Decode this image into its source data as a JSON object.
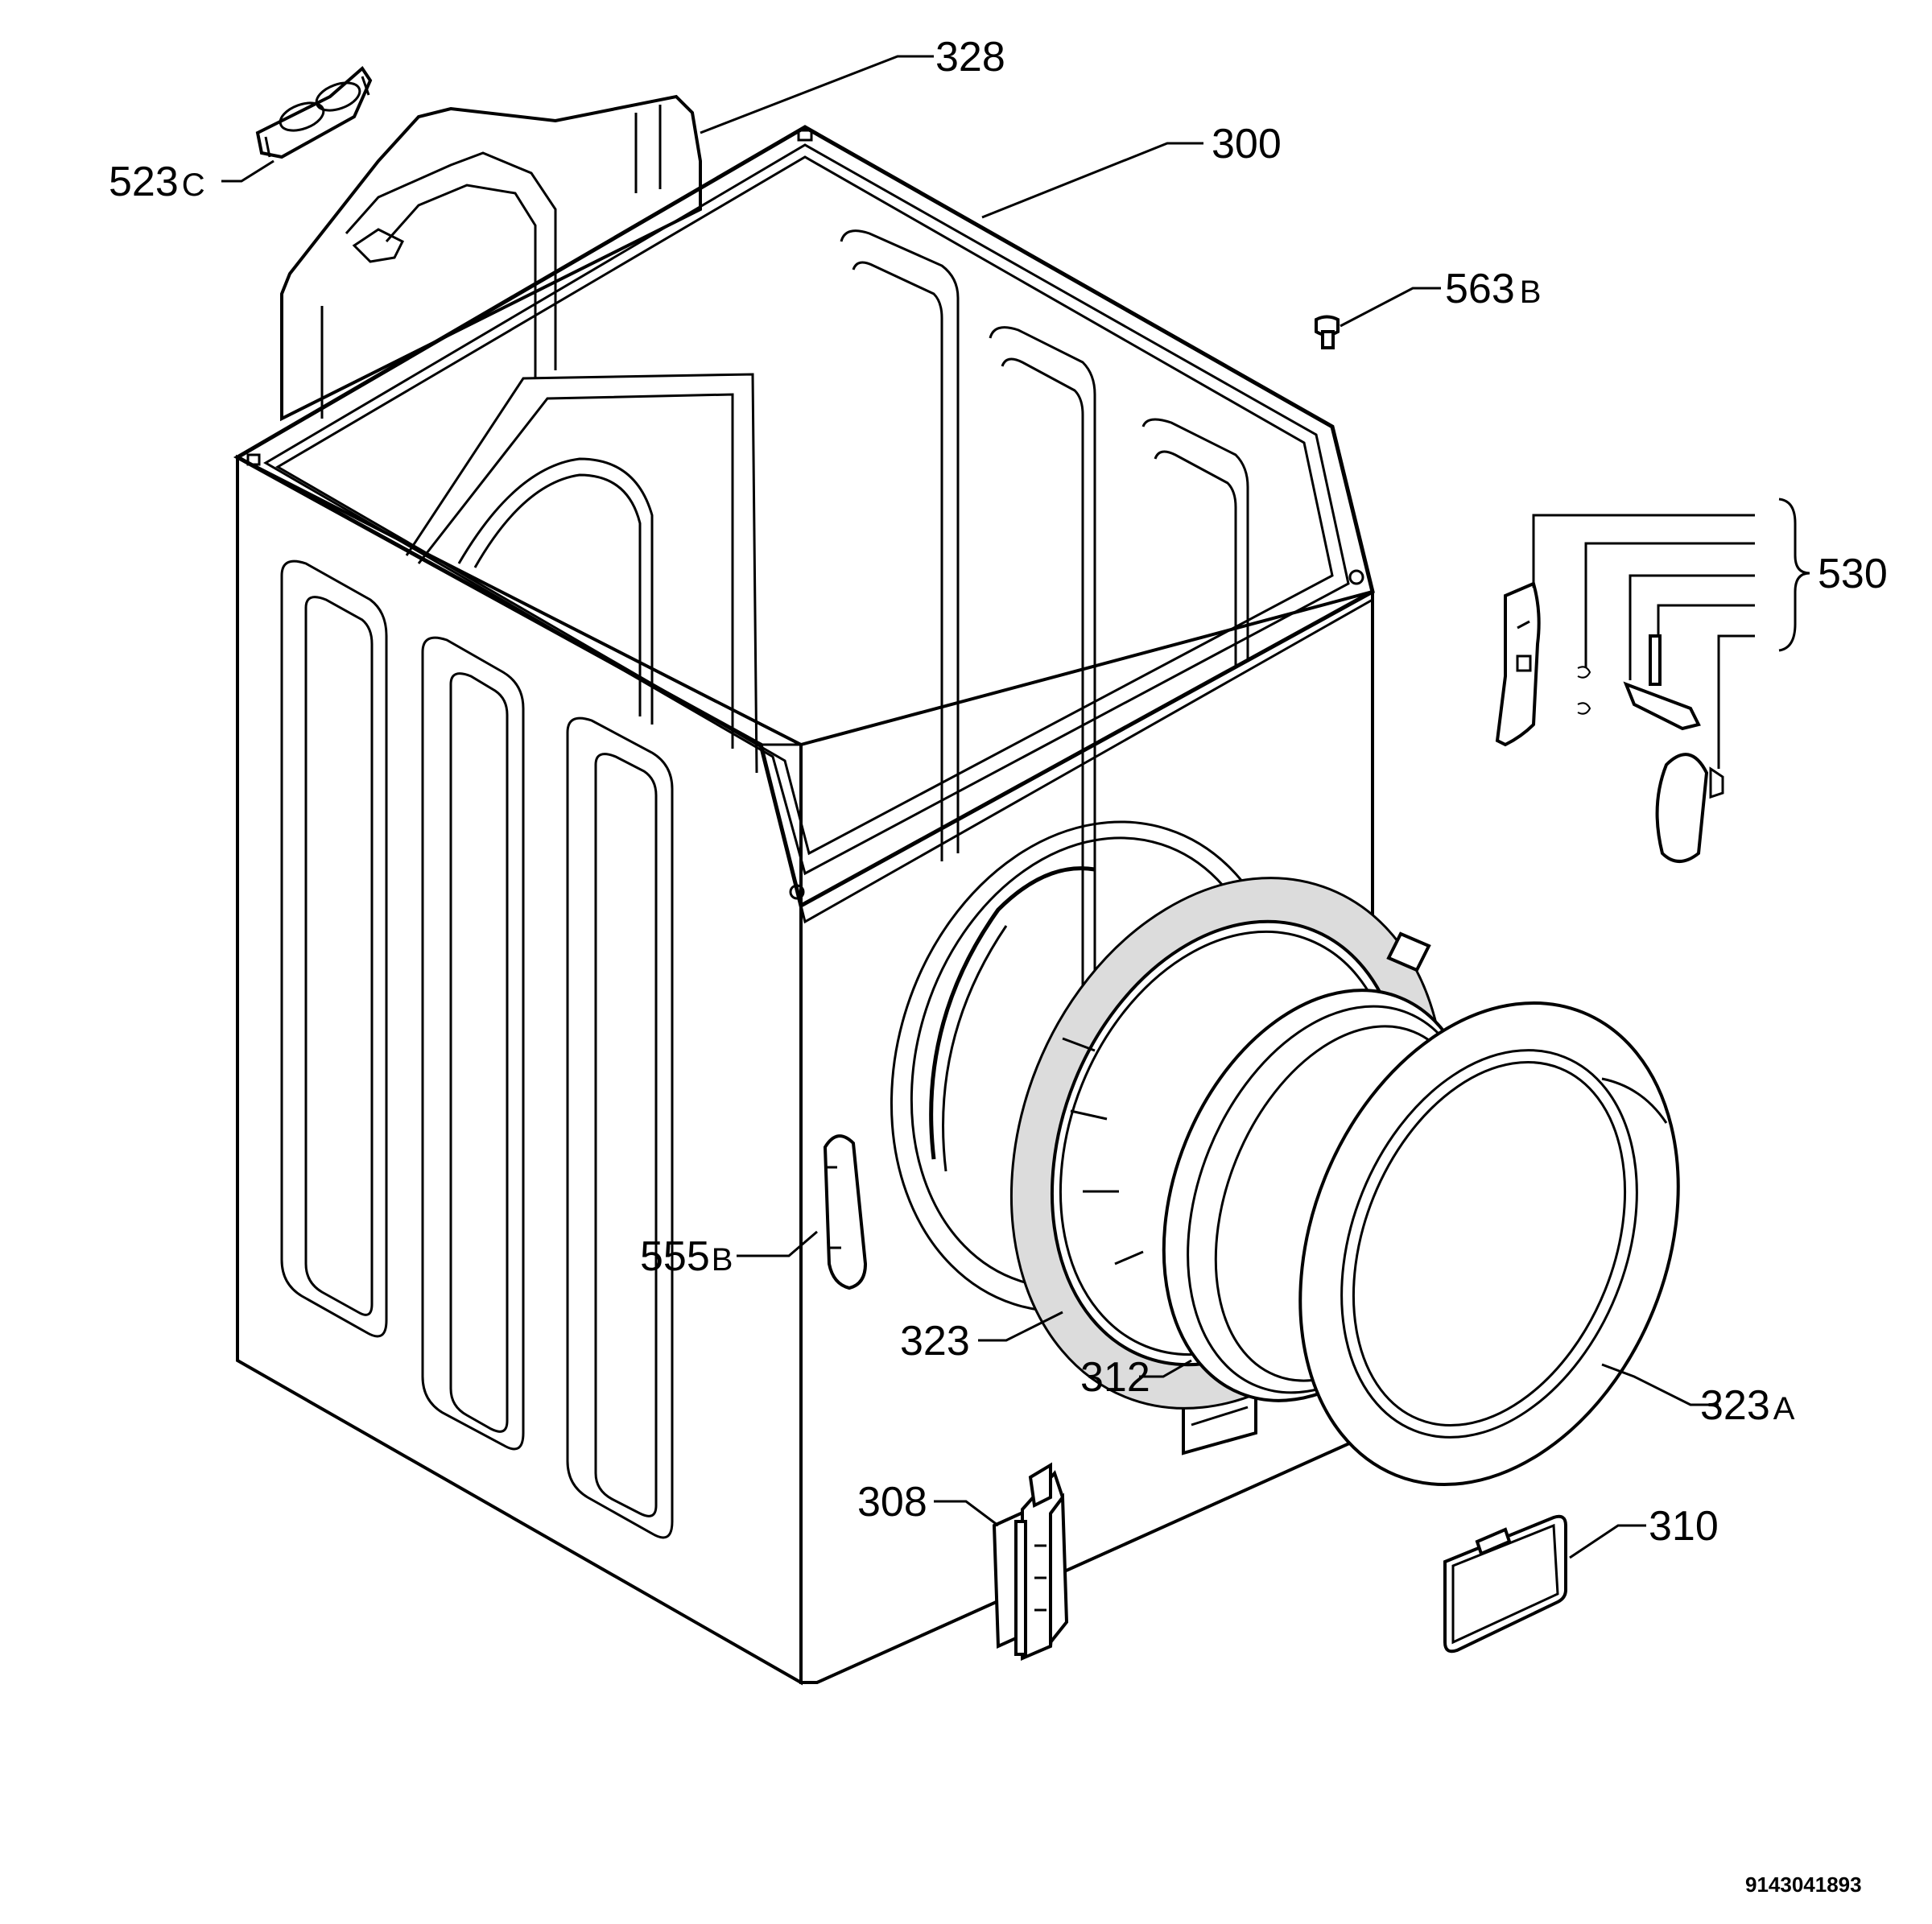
{
  "diagram": {
    "labels": {
      "p328": "328",
      "p523": "523",
      "p523_suffix": "C",
      "p300": "300",
      "p563": "563",
      "p563_suffix": "B",
      "p530": "530",
      "p555": "555",
      "p555_suffix": "B",
      "p323": "323",
      "p312": "312",
      "p323a": "323",
      "p323a_suffix": "A",
      "p308": "308",
      "p310": "310"
    },
    "document_number": "9143041893"
  }
}
